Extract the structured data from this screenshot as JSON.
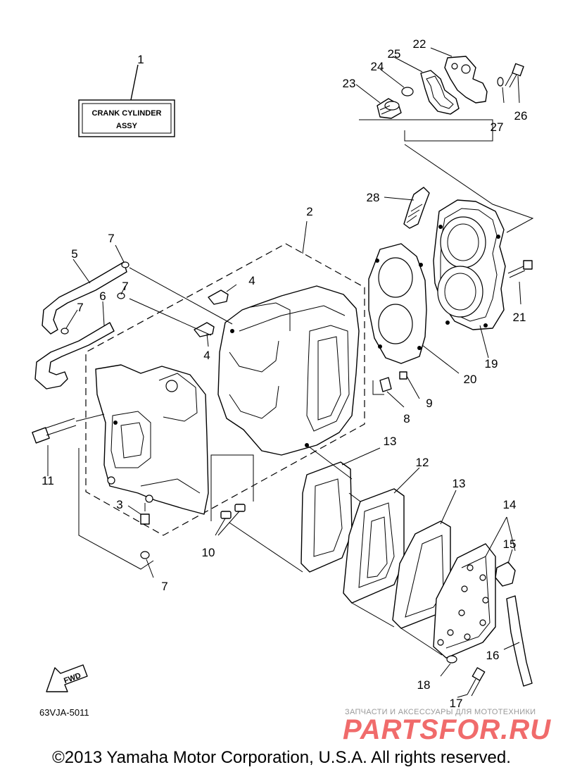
{
  "label_box": {
    "line1": "CRANK CYLINDER",
    "line2": "ASSY"
  },
  "callouts": {
    "c1": "1",
    "c2": "2",
    "c3": "3",
    "c4a": "4",
    "c4b": "4",
    "c5": "5",
    "c6": "6",
    "c7a": "7",
    "c7b": "7",
    "c7c": "7",
    "c7d": "7",
    "c8": "8",
    "c9": "9",
    "c10": "10",
    "c11": "11",
    "c12": "12",
    "c13a": "13",
    "c13b": "13",
    "c14": "14",
    "c15": "15",
    "c16": "16",
    "c17": "17",
    "c18": "18",
    "c19": "19",
    "c20": "20",
    "c21": "21",
    "c22": "22",
    "c23": "23",
    "c24": "24",
    "c25": "25",
    "c26": "26",
    "c27": "27",
    "c28": "28"
  },
  "fwd_label": "FWD",
  "diagram_code": "63VJA-5011",
  "copyright": "©2013 Yamaha Motor Corporation, U.S.A. All rights reserved.",
  "watermark": {
    "tagline": "ЗАПЧАСТИ И АКСЕССУАРЫ ДЛЯ МОТОТЕХНИКИ",
    "brand": "PARTSFOR.RU"
  }
}
